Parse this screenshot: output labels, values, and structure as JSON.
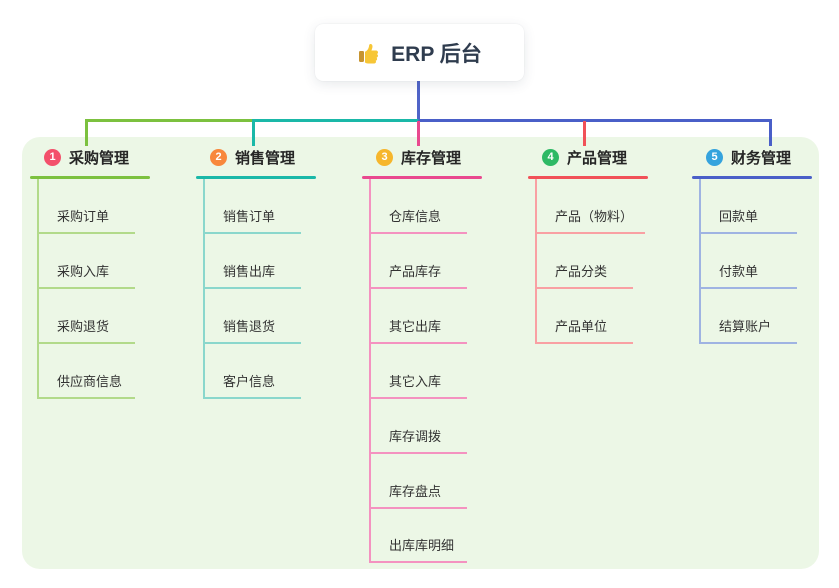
{
  "root": {
    "label": "ERP 后台",
    "icon": "thumbs-up-icon",
    "stem_color": "#5064c8"
  },
  "canvas": {
    "panel_color": "#ecf7e6",
    "background": "#ffffff"
  },
  "branches": [
    {
      "num": "1",
      "title": "采购管理",
      "badge_color": "#f3506b",
      "line_color": "#7cc13f",
      "light_color": "#b2da8a",
      "items": [
        "采购订单",
        "采购入库",
        "采购退货",
        "供应商信息"
      ]
    },
    {
      "num": "2",
      "title": "销售管理",
      "badge_color": "#f8883c",
      "line_color": "#1ab8a8",
      "light_color": "#8ad7cc",
      "items": [
        "销售订单",
        "销售出库",
        "销售退货",
        "客户信息"
      ]
    },
    {
      "num": "3",
      "title": "库存管理",
      "badge_color": "#f6b62c",
      "line_color": "#e9498f",
      "light_color": "#f492c0",
      "items": [
        "仓库信息",
        "产品库存",
        "其它出库",
        "其它入库",
        "库存调拨",
        "库存盘点",
        "出库库明细"
      ]
    },
    {
      "num": "4",
      "title": "产品管理",
      "badge_color": "#2eb965",
      "line_color": "#f15158",
      "light_color": "#f9a0a3",
      "items": [
        "产品（物料）",
        "产品分类",
        "产品单位"
      ]
    },
    {
      "num": "5",
      "title": "财务管理",
      "badge_color": "#35a3dd",
      "line_color": "#4a5fc8",
      "light_color": "#9fb3e2",
      "items": [
        "回款单",
        "付款单",
        "结算账户"
      ]
    }
  ]
}
